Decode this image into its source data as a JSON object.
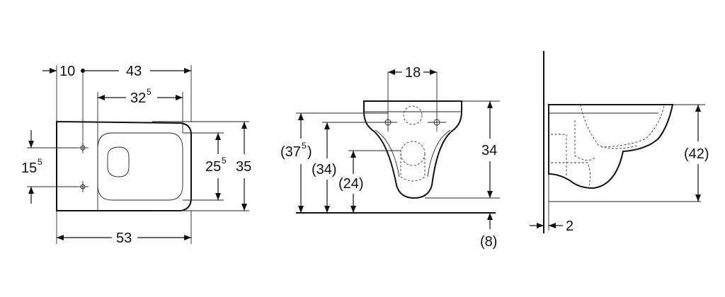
{
  "top_view": {
    "dim_10": "10",
    "dim_43": "43",
    "dim_32": "32",
    "dim_32_sup": "5",
    "dim_15": "15",
    "dim_15_sup": "5",
    "dim_25": "25",
    "dim_25_sup": "5",
    "dim_35": "35",
    "dim_53": "53"
  },
  "front_view": {
    "dim_18": "18",
    "dim_37_open": "(37",
    "dim_37_sup": "5",
    "dim_37_close": ")",
    "dim_34_paren": "(34)",
    "dim_24_paren": "(24)",
    "dim_34": "34",
    "dim_8_paren": "(8)"
  },
  "side_view": {
    "dim_42_paren": "(42)",
    "dim_2": "2"
  }
}
